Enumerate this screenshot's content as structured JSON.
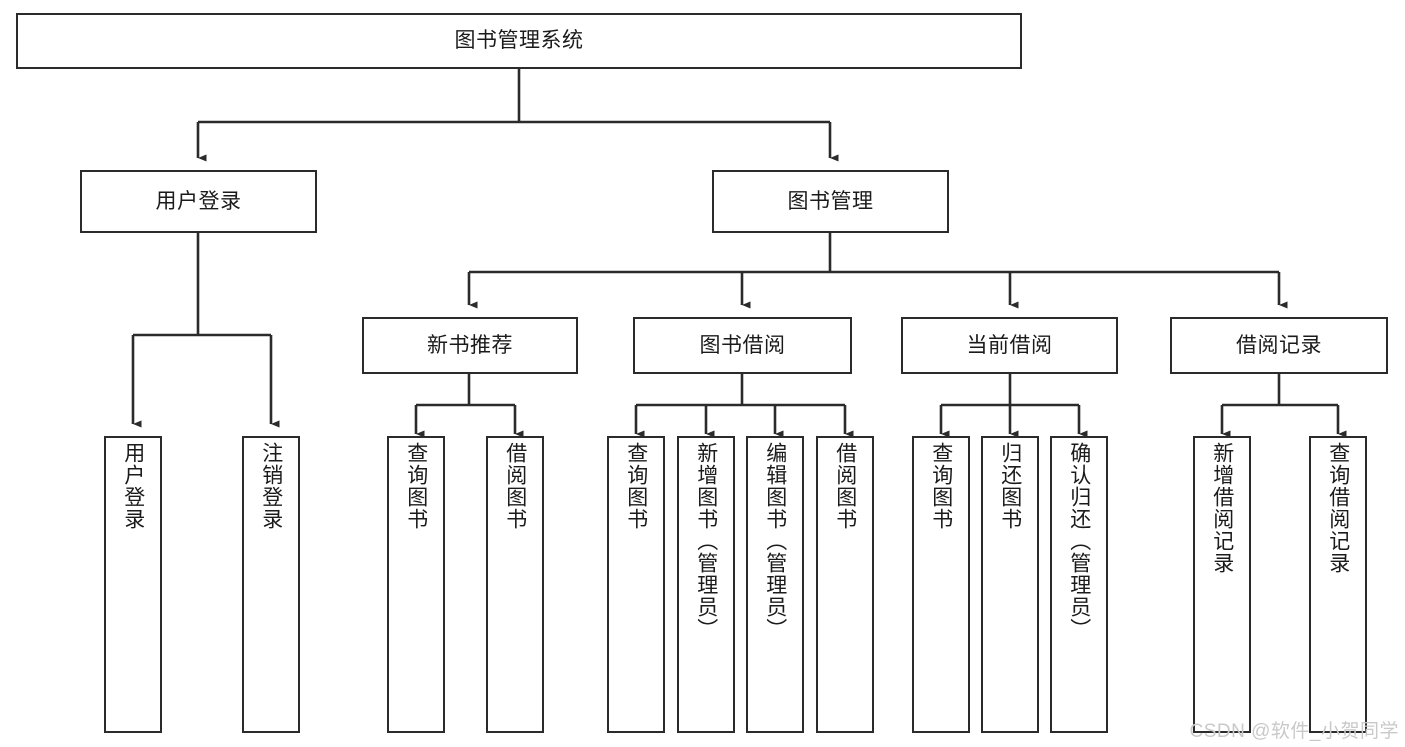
{
  "diagram": {
    "type": "tree-hierarchy",
    "title": "图书管理系统",
    "watermark": "CSDN @软件_小贺同学",
    "colors": {
      "box_border": "#2b2b2b",
      "box_fill": "#ffffff",
      "connector": "#2b2b2b",
      "text": "#1b1b1b",
      "watermark": "#c9c9c9",
      "background": "#ffffff"
    },
    "root": {
      "label": "图书管理系统"
    },
    "level2": [
      {
        "label": "用户登录"
      },
      {
        "label": "图书管理"
      }
    ],
    "level3": [
      {
        "label": "新书推荐"
      },
      {
        "label": "图书借阅"
      },
      {
        "label": "当前借阅"
      },
      {
        "label": "借阅记录"
      }
    ],
    "leaves": {
      "user_login": [
        {
          "label": "用户登录"
        },
        {
          "label": "注销登录"
        }
      ],
      "new_book_recommend": [
        {
          "label": "查询图书"
        },
        {
          "label": "借阅图书"
        }
      ],
      "book_borrow": [
        {
          "label": "查询图书"
        },
        {
          "label": "新增图书（管理员）"
        },
        {
          "label": "编辑图书（管理员）"
        },
        {
          "label": "借阅图书"
        }
      ],
      "current_borrow": [
        {
          "label": "查询图书"
        },
        {
          "label": "归还图书"
        },
        {
          "label": "确认归还（管理员）"
        }
      ],
      "borrow_record": [
        {
          "label": "新增借阅记录"
        },
        {
          "label": "查询借阅记录"
        }
      ]
    }
  }
}
